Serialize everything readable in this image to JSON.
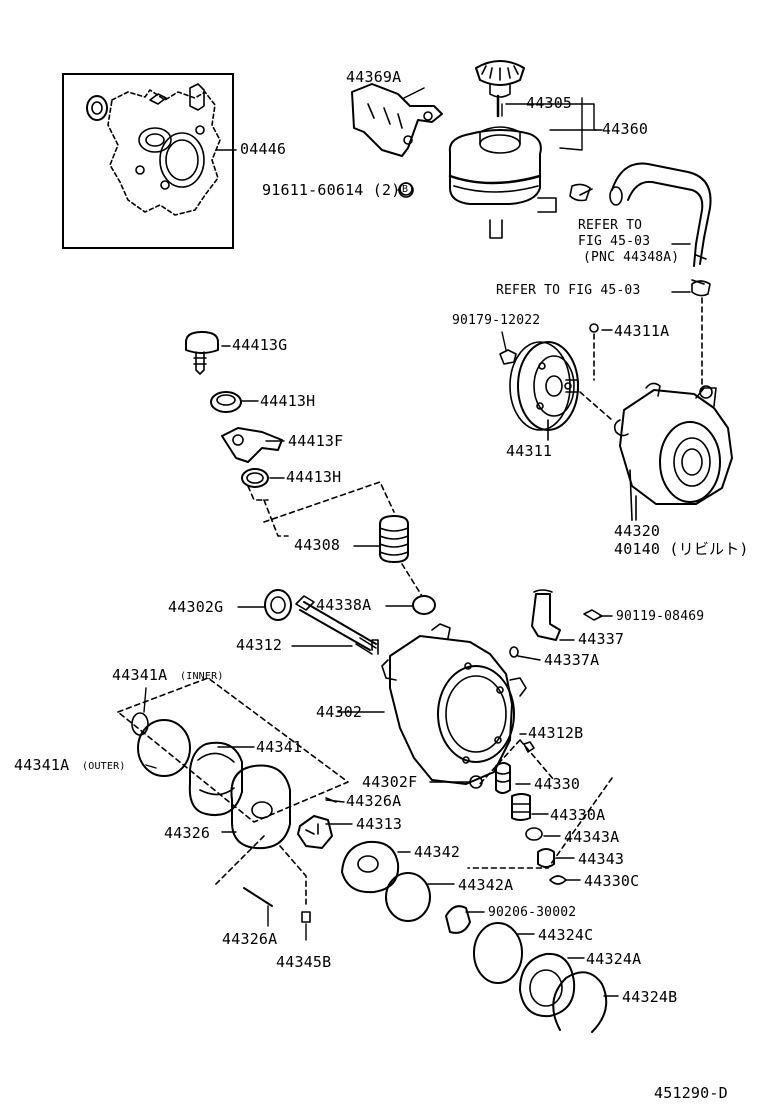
{
  "diagram": {
    "code": "451290-D",
    "notes": {
      "refer_1": "REFER TO",
      "refer_2": "FIG 45-03",
      "refer_3": "(PNC 44348A)",
      "refer_4": "REFER TO FIG 45-03"
    },
    "labels": {
      "p04446": "04446",
      "p44369A": "44369A",
      "p91611": "91611-60614 (2)",
      "p44305": "44305",
      "p44360": "44360",
      "p90179": "90179-12022",
      "p44311A": "44311A",
      "p44311": "44311",
      "p44320": "44320",
      "p40140": "40140 (リビルト)",
      "p44413G": "44413G",
      "p44413H_1": "44413H",
      "p44413F": "44413F",
      "p44413H_2": "44413H",
      "p44308": "44308",
      "p44302G": "44302G",
      "p44338A": "44338A",
      "p44312": "44312",
      "p90119": "90119-08469",
      "p44337": "44337",
      "p44337A": "44337A",
      "p44341A_inner": "44341A",
      "inner": "(INNER)",
      "p44302": "44302",
      "p44312B": "44312B",
      "p44341": "44341",
      "p44341A_outer": "44341A",
      "outer": "(OUTER)",
      "p44302F": "44302F",
      "p44330": "44330",
      "p44326A_1": "44326A",
      "p44330A": "44330A",
      "p44326": "44326",
      "p44313": "44313",
      "p44343A": "44343A",
      "p44342": "44342",
      "p44343": "44343",
      "p44342A": "44342A",
      "p44330C": "44330C",
      "p90206": "90206-30002",
      "p44326A_2": "44326A",
      "p44324C": "44324C",
      "p44345B": "44345B",
      "p44324A": "44324A",
      "p44324B": "44324B"
    },
    "callout_letter": "B"
  }
}
